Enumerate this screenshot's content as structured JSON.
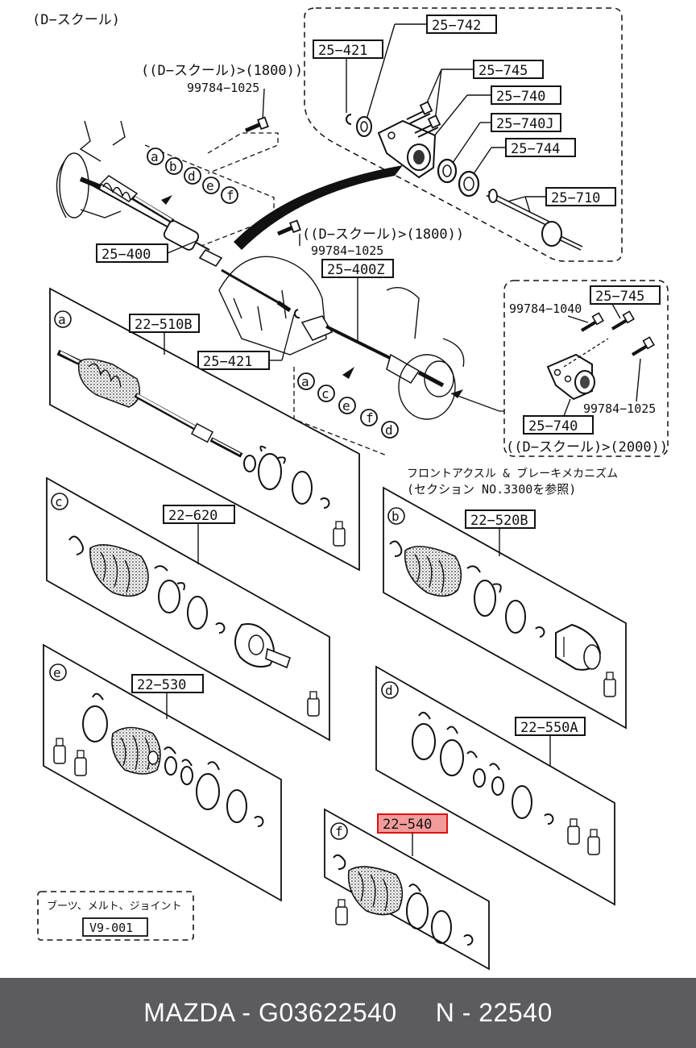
{
  "header_note": "(D−スクール)",
  "colors": {
    "highlight_fill": "#f29b9b",
    "highlight_stroke": "#e01010",
    "footer_bg": "#5c5c5f"
  },
  "callouts": {
    "c25_742": "25−742",
    "c25_421_top": "25−421",
    "c25_745_top": "25−745",
    "c25_740_top": "25−740",
    "c25_740j": "25−740J",
    "c25_744": "25−744",
    "c25_710": "25−710",
    "c25_400": "25−400",
    "c25_400z": "25−400Z",
    "c25_421_mid": "25−421",
    "c25_745_inset": "25−745",
    "c25_740_inset": "25−740",
    "c22_510b": "22−510B",
    "c22_620": "22−620",
    "c22_520b": "22−520B",
    "c22_530": "22−530",
    "c22_550a": "22−550A",
    "c22_540": "22−540"
  },
  "notes": {
    "bolt_top_cond": "((D−スクール)>(1800))",
    "bolt_top_pn": "99784−1025",
    "bolt_mid_cond": "((D−スクール)>(1800))",
    "bolt_mid_pn": "99784−1025",
    "inset_bolt1_pn": "99784−1040",
    "inset_bolt2_pn": "99784−1025",
    "inset_cond": "((D−スクール)>(2000))",
    "ref_line1": "フロントアクスル  &  ブレーキメカニズム",
    "ref_line2": "(セクション  NO.3300を参照)",
    "legend_title": "ブーツ、メルト、ジョイント",
    "legend_code": "V9-001"
  },
  "letters": {
    "top_group": [
      "a",
      "b",
      "d",
      "e",
      "f"
    ],
    "mid_group": [
      "a",
      "c",
      "e",
      "f",
      "d"
    ],
    "panel_a": "a",
    "panel_c": "c",
    "panel_b": "b",
    "panel_e": "e",
    "panel_d": "d",
    "panel_f": "f"
  },
  "footer": {
    "brand_part": "MAZDA - G03622540",
    "code": "N - 22540"
  }
}
